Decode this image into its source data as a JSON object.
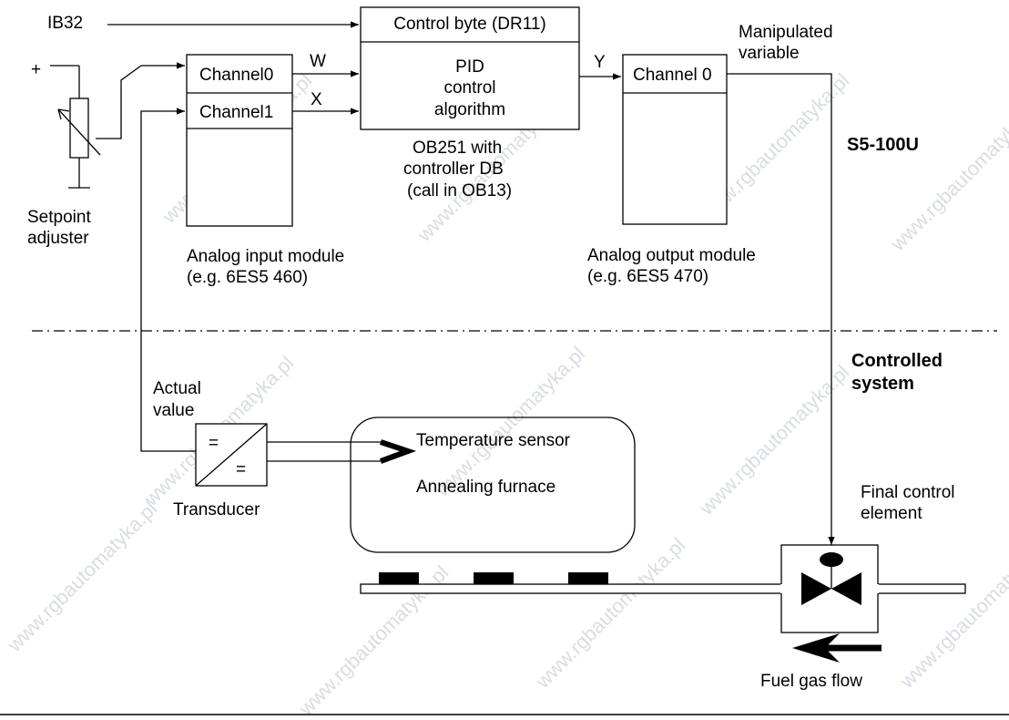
{
  "watermark": "www.rgbautomatyka.pl",
  "labels": {
    "ib32": "IB32",
    "plus": "+",
    "setpoint_line1": "Setpoint",
    "setpoint_line2": "adjuster",
    "w": "W",
    "x": "X",
    "y": "Y",
    "channel0_in": "Channel0",
    "channel1_in": "Channel1",
    "control_byte": "Control byte (DR11)",
    "pid_line1": "PID",
    "pid_line2": "control",
    "pid_line3": "algorithm",
    "ob_line1": "OB251 with",
    "ob_line2": "controller DB",
    "ob_line3": "(call in OB13)",
    "channel0_out": "Channel 0",
    "manip_line1": "Manipulated",
    "manip_line2": "variable",
    "s5": "S5-100U",
    "ain_line1": "Analog input module",
    "ain_line2": "(e.g. 6ES5 460)",
    "aout_line1": "Analog output module",
    "aout_line2": "(e.g. 6ES5 470)",
    "controlled_line1": "Controlled",
    "controlled_line2": "system",
    "actual_line1": "Actual",
    "actual_line2": "value",
    "eq_top": "=",
    "eq_bottom": "=",
    "transducer": "Transducer",
    "temp_sensor": "Temperature sensor",
    "furnace": "Annealing furnace",
    "final_line1": "Final control",
    "final_line2": "element",
    "fuel_gas": "Fuel gas flow"
  }
}
